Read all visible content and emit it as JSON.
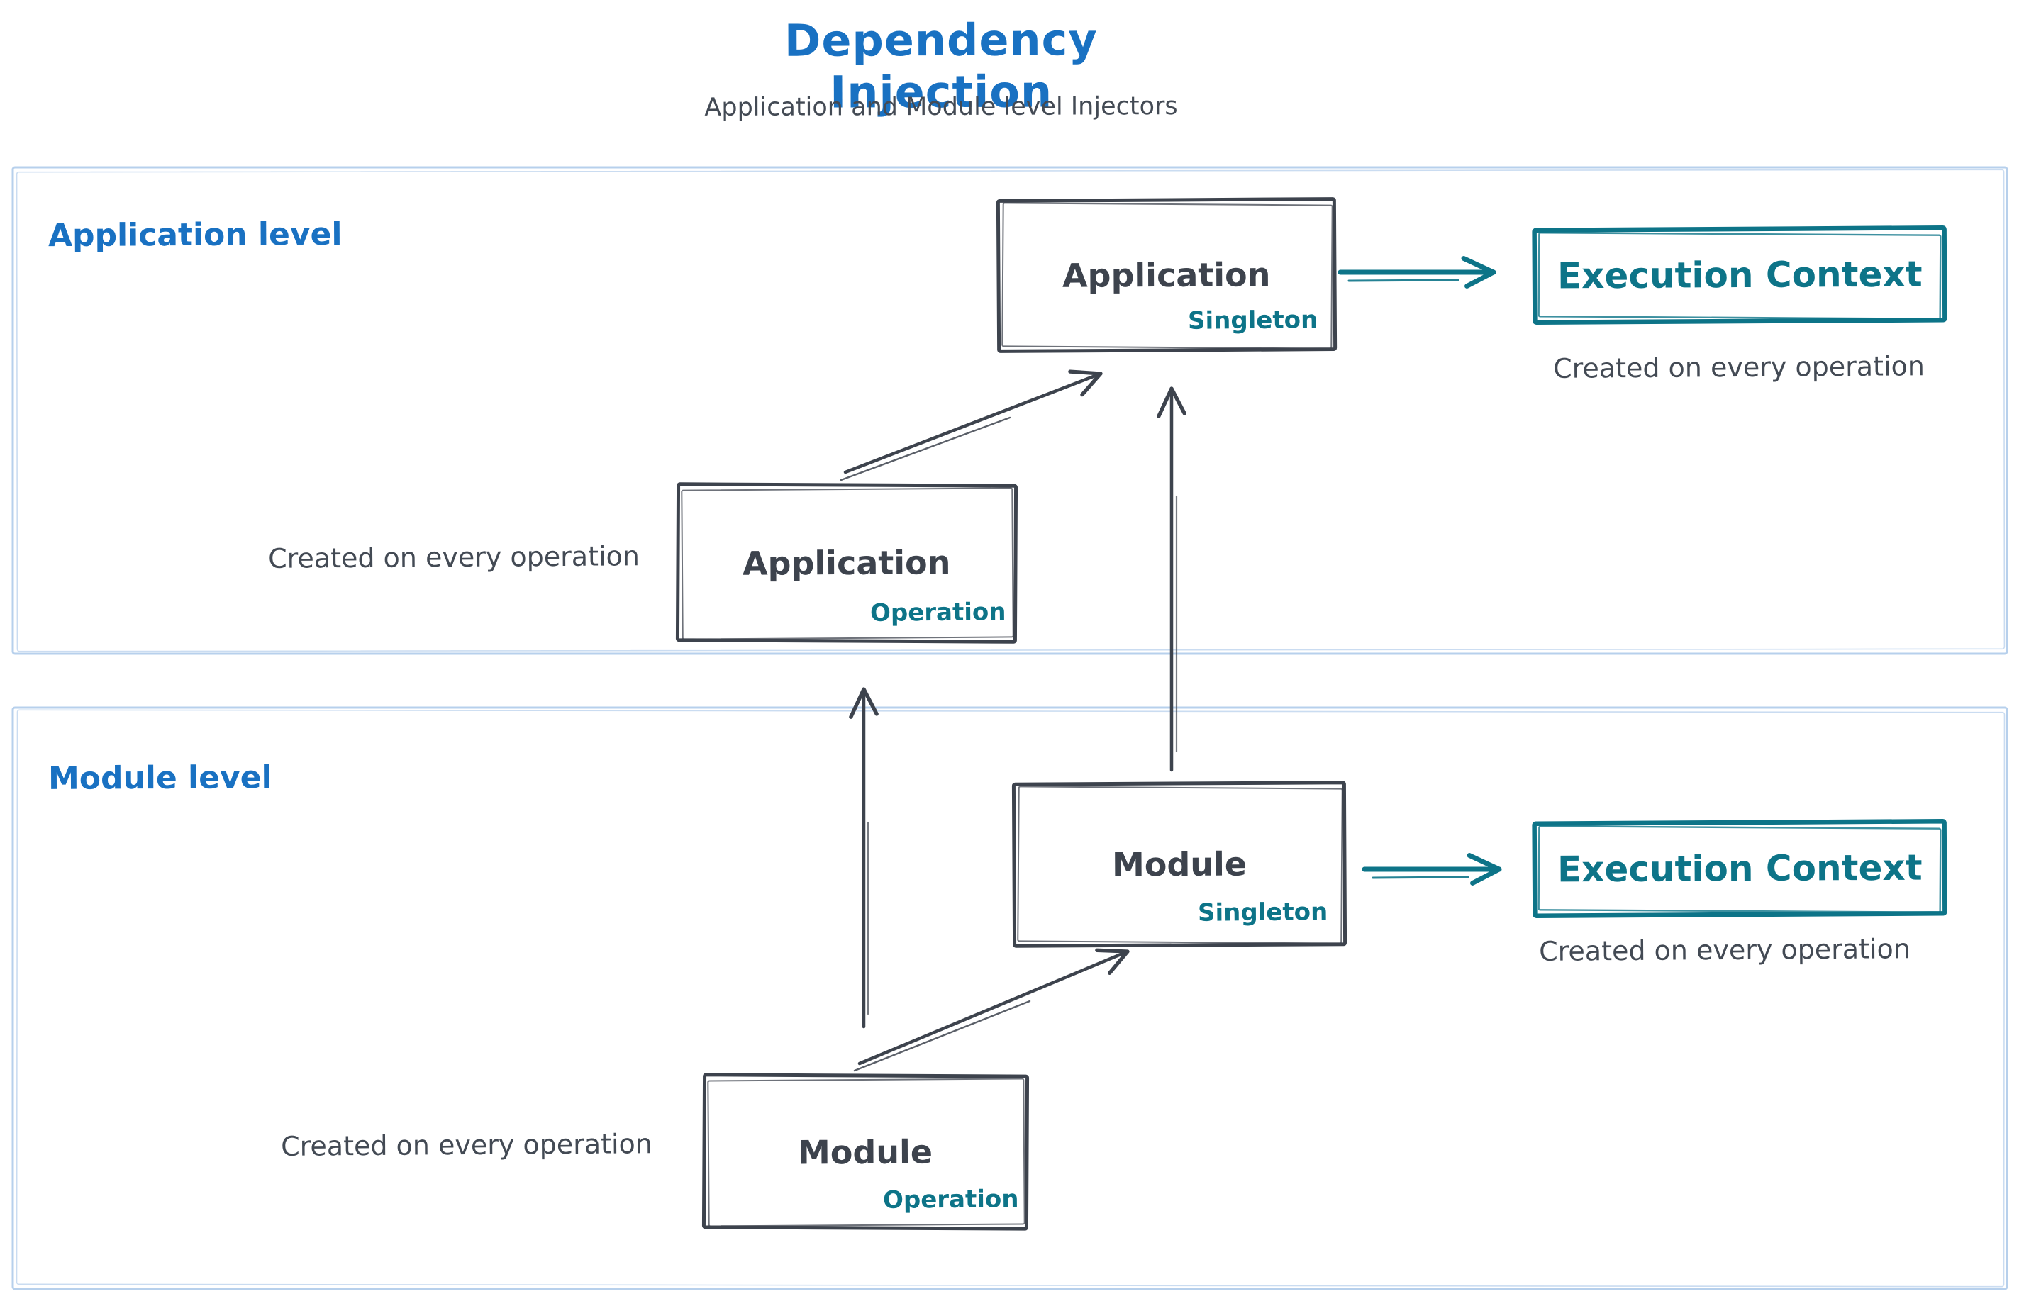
{
  "title": "Dependency Injection",
  "subtitle": "Application and Module level Injectors",
  "colors": {
    "heading_blue": "#1971c2",
    "stroke_dark": "#3d434d",
    "teal": "#0d7488",
    "section_border_blue": "#b7d0ec"
  },
  "sections": {
    "application": {
      "label": "Application level",
      "singleton_box": {
        "name": "Application",
        "scope": "Singleton"
      },
      "operation_box": {
        "name": "Application",
        "scope": "Operation"
      },
      "operation_caption": "Created on every operation",
      "execution_context": {
        "label": "Execution Context",
        "caption": "Created on every operation"
      }
    },
    "module": {
      "label": "Module level",
      "singleton_box": {
        "name": "Module",
        "scope": "Singleton"
      },
      "operation_box": {
        "name": "Module",
        "scope": "Operation"
      },
      "operation_caption": "Created on every operation",
      "execution_context": {
        "label": "Execution Context",
        "caption": "Created on every operation"
      }
    }
  }
}
